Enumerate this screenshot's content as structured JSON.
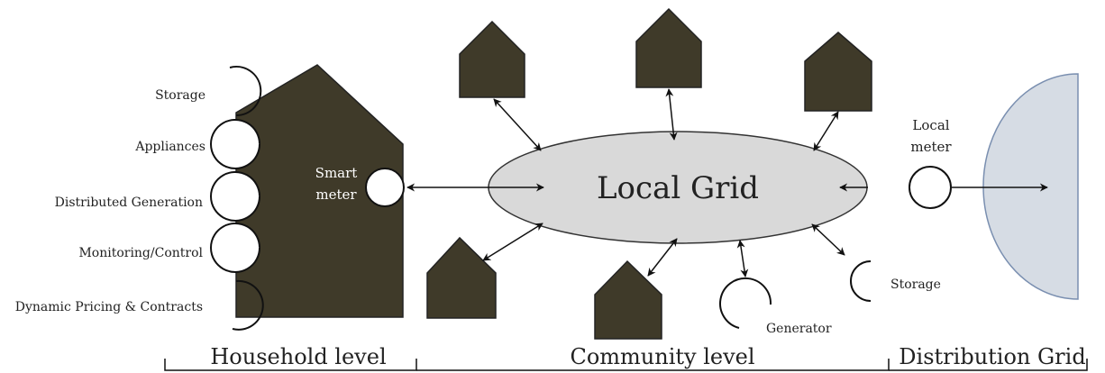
{
  "household": {
    "features": [
      "Storage",
      "Appliances",
      "Distributed Generation",
      "Monitoring/Control",
      "Dynamic Pricing & Contracts"
    ],
    "smart_meter_line1": "Smart",
    "smart_meter_line2": "meter"
  },
  "community": {
    "grid_label": "Local Grid",
    "generator_label": "Generator",
    "storage_label": "Storage"
  },
  "distribution": {
    "local_meter_line1": "Local",
    "local_meter_line2": "meter"
  },
  "levels": {
    "household": "Household level",
    "community": "Community level",
    "distribution": "Distribution Grid"
  },
  "colors": {
    "house": "#3f3a29",
    "grid_fill": "#d9d9d9",
    "distribution_fill": "#d6dce4"
  }
}
